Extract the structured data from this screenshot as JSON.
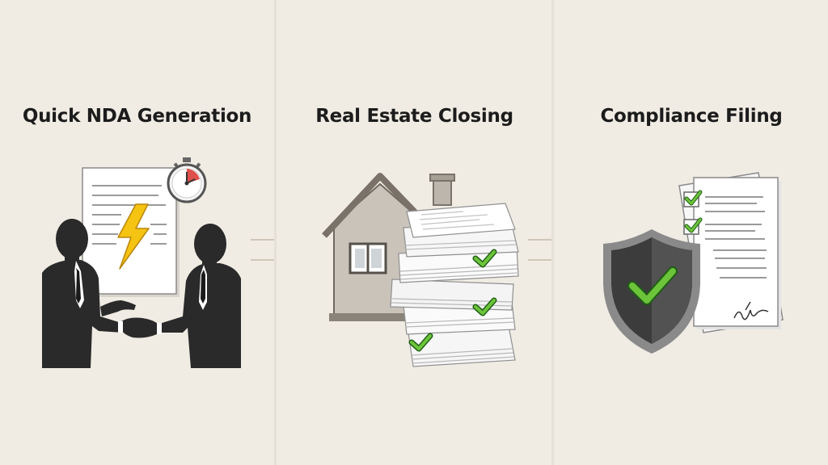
{
  "steps": [
    {
      "title": "Quick NDA Generation",
      "icons": [
        "nda-document-icon",
        "stopwatch-icon",
        "lightning-bolt-icon",
        "handshake-people-icon"
      ]
    },
    {
      "title": "Real Estate Closing",
      "icons": [
        "house-icon",
        "paper-stack-icon",
        "checkmark-icon"
      ]
    },
    {
      "title": "Compliance Filing",
      "icons": [
        "shield-check-icon",
        "checklist-document-icon",
        "signature-icon"
      ]
    }
  ],
  "colors": {
    "background": "#f0ece4",
    "accent_green": "#6cc43a",
    "bolt_yellow": "#f5c312",
    "stopwatch_red": "#d9302b",
    "silhouette": "#2a2a2a"
  }
}
